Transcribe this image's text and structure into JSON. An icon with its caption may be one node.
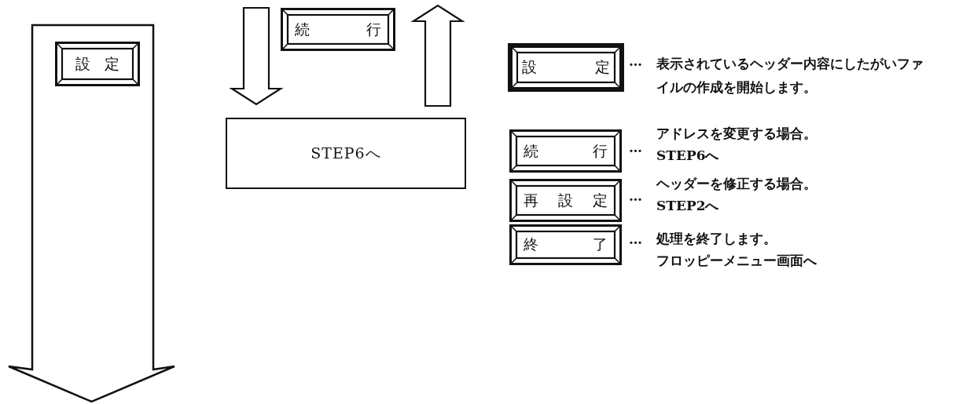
{
  "diagram": {
    "nodes": [
      {
        "text": [],
        "shape": "arrow"
      },
      {
        "text": [
          "設定"
        ],
        "in": 0
      },
      {
        "text": [
          "続行"
        ]
      },
      {
        "text": [
          "STEP6へ"
        ]
      },
      {
        "text": [
          "設定"
        ],
        "beside": [
          "…",
          "表示されているヘッダー内容にしたがいファイルの作成を開始します。"
        ]
      },
      {
        "text": [
          "続行"
        ],
        "beside": [
          "…",
          "アドレスを変更する場合。",
          "STEP6へ"
        ]
      },
      {
        "text": [
          "再設定"
        ],
        "beside": [
          "…",
          "ヘッダーを修正する場合。",
          "STEP2へ"
        ]
      },
      {
        "text": [
          "終了"
        ],
        "beside": [
          "…",
          "処理を終了します。",
          "フロッピーメニュー画面へ"
        ]
      }
    ],
    "edges": [
      {
        "from": null,
        "to": 3,
        "arrow": "to"
      },
      {
        "from": 3,
        "to": null,
        "arrow": "to"
      }
    ]
  }
}
